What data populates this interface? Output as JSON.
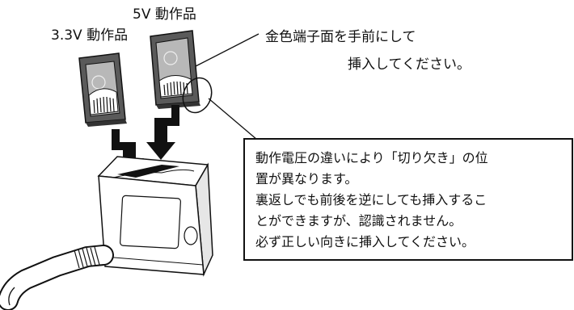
{
  "labels": {
    "card_33v": "3.3V 動作品",
    "card_5v": "5V 動作品",
    "instruction_line1": "金色端子面を手前にして",
    "instruction_line2": "挿入してください。"
  },
  "note": {
    "lines": [
      "動作電圧の違いにより「切り欠き」の位",
      "置が異なります。",
      "裏返しでも前後を逆にしても挿入するこ",
      "とができますが、認識されません。",
      "必ず正しい向きに挿入してください。"
    ]
  },
  "icons": [
    "card-33v-icon",
    "card-5v-icon",
    "insert-arrow-icon",
    "card-reader-icon",
    "cable-icon"
  ]
}
